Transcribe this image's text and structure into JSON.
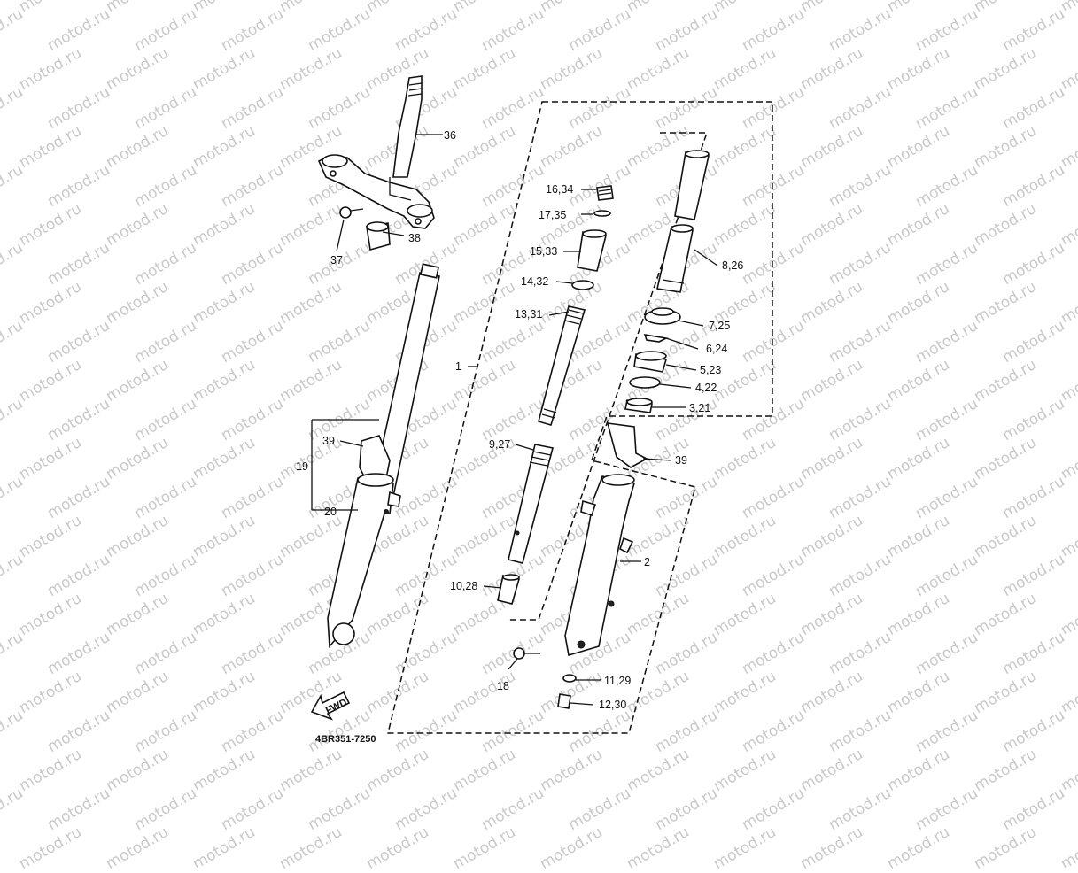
{
  "watermark": {
    "text": "motod.ru"
  },
  "diagram_code": "4BR351-7250",
  "fwd_icon": {
    "icon": "fwd-arrow-icon",
    "label": "FWD"
  },
  "callouts": [
    {
      "id": "p36",
      "text": "36"
    },
    {
      "id": "p38",
      "text": "38"
    },
    {
      "id": "p37",
      "text": "37"
    },
    {
      "id": "p39a",
      "text": "39"
    },
    {
      "id": "p19",
      "text": "19"
    },
    {
      "id": "p20",
      "text": "20"
    },
    {
      "id": "p1",
      "text": "1"
    },
    {
      "id": "p16",
      "text": "16,34"
    },
    {
      "id": "p17",
      "text": "17,35"
    },
    {
      "id": "p15",
      "text": "15,33"
    },
    {
      "id": "p14",
      "text": "14,32"
    },
    {
      "id": "p13",
      "text": "13,31"
    },
    {
      "id": "p9",
      "text": "9,27"
    },
    {
      "id": "p10",
      "text": "10,28"
    },
    {
      "id": "p8",
      "text": "8,26"
    },
    {
      "id": "p7",
      "text": "7,25"
    },
    {
      "id": "p6",
      "text": "6,24"
    },
    {
      "id": "p5",
      "text": "5,23"
    },
    {
      "id": "p4",
      "text": "4,22"
    },
    {
      "id": "p3",
      "text": "3,21"
    },
    {
      "id": "p39b",
      "text": "39"
    },
    {
      "id": "p2",
      "text": "2"
    },
    {
      "id": "p18",
      "text": "18"
    },
    {
      "id": "p11",
      "text": "11,29"
    },
    {
      "id": "p12",
      "text": "12,30"
    }
  ]
}
